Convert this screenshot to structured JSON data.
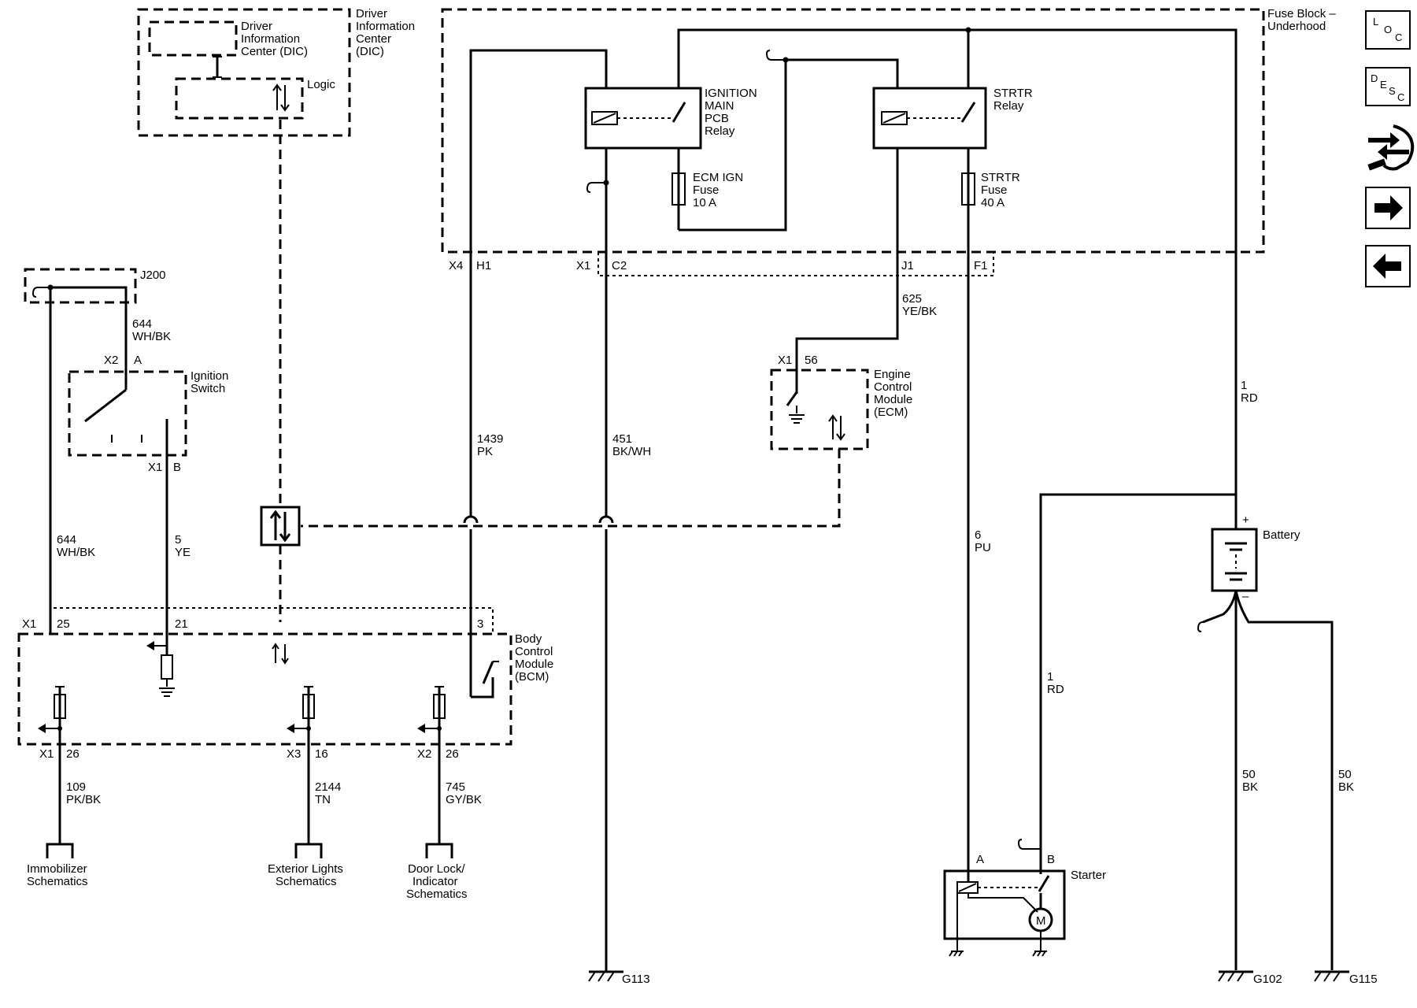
{
  "modules": {
    "dic": {
      "outer": [
        "Driver",
        "Information",
        "Center",
        "(DIC)"
      ],
      "inner": [
        "Driver",
        "Information",
        "Center (DIC)"
      ],
      "logic": "Logic"
    },
    "fuse_block": [
      "Fuse Block –",
      "Underhood"
    ],
    "ign_relay": [
      "IGNITION",
      "MAIN",
      "PCB",
      "Relay"
    ],
    "strtr_relay": [
      "STRTR",
      "Relay"
    ],
    "ecm_fuse": [
      "ECM IGN",
      "Fuse",
      "10 A"
    ],
    "strtr_fuse": [
      "STRTR",
      "Fuse",
      "40 A"
    ],
    "ignition_switch": [
      "Ignition",
      "Switch"
    ],
    "ecm": [
      "Engine",
      "Control",
      "Module",
      "(ECM)"
    ],
    "bcm": [
      "Body",
      "Control",
      "Module",
      "(BCM)"
    ],
    "battery": "Battery",
    "starter": "Starter",
    "motor": "M",
    "battery_pos": "+",
    "battery_neg": "–",
    "j200": "J200"
  },
  "connectors": {
    "x4": "X4",
    "h1": "H1",
    "x1_fb": "X1",
    "c2": "C2",
    "j1": "J1",
    "f1": "F1",
    "x2_ign": "X2",
    "a_ign": "A",
    "x1_ign": "X1",
    "b_ign": "B",
    "x1_ecm": "X1",
    "pin56": "56",
    "x1_bcm": "X1",
    "pin25": "25",
    "pin21": "21",
    "pin3": "3",
    "x1_out": "X1",
    "pin26a": "26",
    "x3_out": "X3",
    "pin16": "16",
    "x2_out": "X2",
    "pin26b": "26",
    "starter_a": "A",
    "starter_b": "B"
  },
  "wires": {
    "w644_top": [
      "644",
      "WH/BK"
    ],
    "w644_left": [
      "644",
      "WH/BK"
    ],
    "w5": [
      "5",
      "YE"
    ],
    "w1439": [
      "1439",
      "PK"
    ],
    "w451": [
      "451",
      "BK/WH"
    ],
    "w625": [
      "625",
      "YE/BK"
    ],
    "w6": [
      "6",
      "PU"
    ],
    "w1_top": [
      "1",
      "RD"
    ],
    "w1_mid": [
      "1",
      "RD"
    ],
    "w50a": [
      "50",
      "BK"
    ],
    "w50b": [
      "50",
      "BK"
    ],
    "w109": [
      "109",
      "PK/BK"
    ],
    "w2144": [
      "2144",
      "TN"
    ],
    "w745": [
      "745",
      "GY/BK"
    ]
  },
  "references": {
    "immobilizer": [
      "Immobilizer",
      "Schematics"
    ],
    "exterior": [
      "Exterior Lights",
      "Schematics"
    ],
    "doorlock": [
      "Door Lock/",
      "Indicator",
      "Schematics"
    ]
  },
  "grounds": {
    "g113": "G113",
    "g102": "G102",
    "g115": "G115"
  },
  "sidebar": {
    "loc": [
      "L",
      "O",
      "C"
    ],
    "desc": [
      "D",
      "E",
      "S",
      "C"
    ]
  }
}
